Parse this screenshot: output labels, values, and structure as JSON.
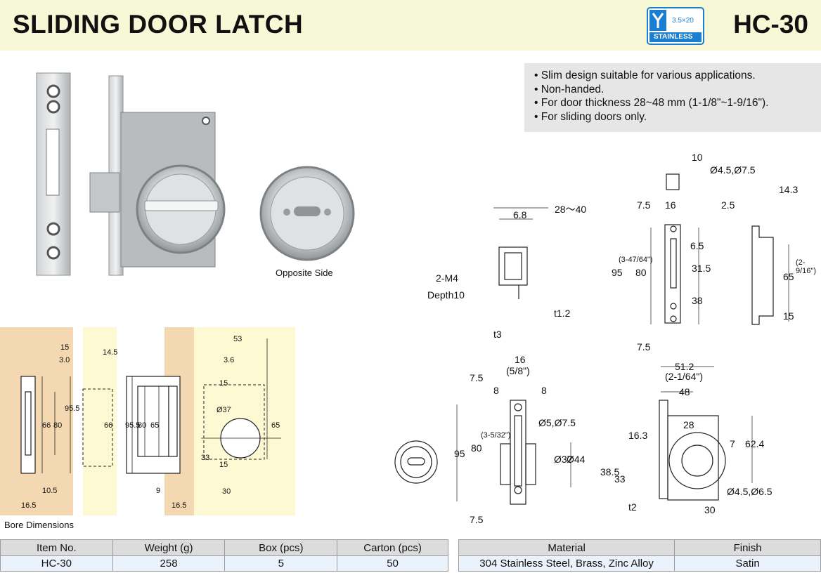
{
  "header": {
    "title": "SLIDING DOOR LATCH",
    "model": "HC-30",
    "badge": {
      "size": "3.5×20",
      "label": "STAINLESS",
      "color": "#1a7fd0"
    }
  },
  "features": [
    "Slim design suitable for various applications.",
    "Non-handed.",
    "For door thickness 28~48 mm (1-1/8\"~1-9/16\").",
    "For sliding doors only."
  ],
  "photo": {
    "opposite_side_label": "Opposite Side"
  },
  "bore": {
    "caption": "Bore Dimensions",
    "dims": {
      "d15": "15",
      "d3": "3.0",
      "d14_5": "14.5",
      "d66a": "66",
      "d80a": "80",
      "d95_5a": "95.5",
      "d66b": "66",
      "d10_5": "10.5",
      "d16_5a": "16.5",
      "d95_5b": "95.5",
      "d80b": "80",
      "d65a": "65",
      "d9": "9",
      "d16_5b": "16.5",
      "d53": "53",
      "d3_6": "3.6",
      "d15b": "15",
      "d37": "Ø37",
      "d65b": "65",
      "d33": "33",
      "d15c": "15",
      "d30": "30"
    }
  },
  "drawing": {
    "side": {
      "d6_8": "6.8",
      "d28_40": "28～40",
      "m4": "2-M4",
      "depth": "Depth10",
      "t1_2": "t1.2",
      "t3": "t3"
    },
    "front": {
      "d10": "10",
      "d4_5": "Ø4.5,Ø7.5",
      "d16": "16",
      "d7_5a": "7.5",
      "d6_5": "6.5",
      "d95": "95",
      "d95in": "(3-47/64\")",
      "d80": "80",
      "d31_5": "31.5",
      "d38": "38",
      "d7_5b": "7.5"
    },
    "edge": {
      "d14_3": "14.3",
      "d2_5": "2.5",
      "d65": "65",
      "d65in": "(2-9/16\")",
      "d15": "15"
    },
    "plate": {
      "d16": "16",
      "d16in": "(5/8\")",
      "d8a": "8",
      "d8b": "8",
      "d7_5a": "7.5",
      "d5": "Ø5,Ø7.5",
      "d95": "95",
      "d80": "80",
      "d80in": "(3-5/32\")",
      "d37": "Ø37",
      "d44": "Ø44",
      "d7_5b": "7.5"
    },
    "body": {
      "d51_2": "51.2",
      "d51in": "(2-1/64\")",
      "d48": "48",
      "d28": "28",
      "d16_3": "16.3",
      "d7": "7",
      "d62_4": "62.4",
      "d38_5": "38.5",
      "d33": "33",
      "d4_5": "Ø4.5,Ø6.5",
      "t2": "t2",
      "d30": "30"
    }
  },
  "specs": {
    "left": {
      "headers": [
        "Item No.",
        "Weight (g)",
        "Box (pcs)",
        "Carton (pcs)"
      ],
      "row": [
        "HC-30",
        "258",
        "5",
        "50"
      ]
    },
    "right": {
      "headers": [
        "Material",
        "Finish"
      ],
      "row": [
        "304 Stainless Steel, Brass, Zinc Alloy",
        "Satin"
      ]
    }
  }
}
